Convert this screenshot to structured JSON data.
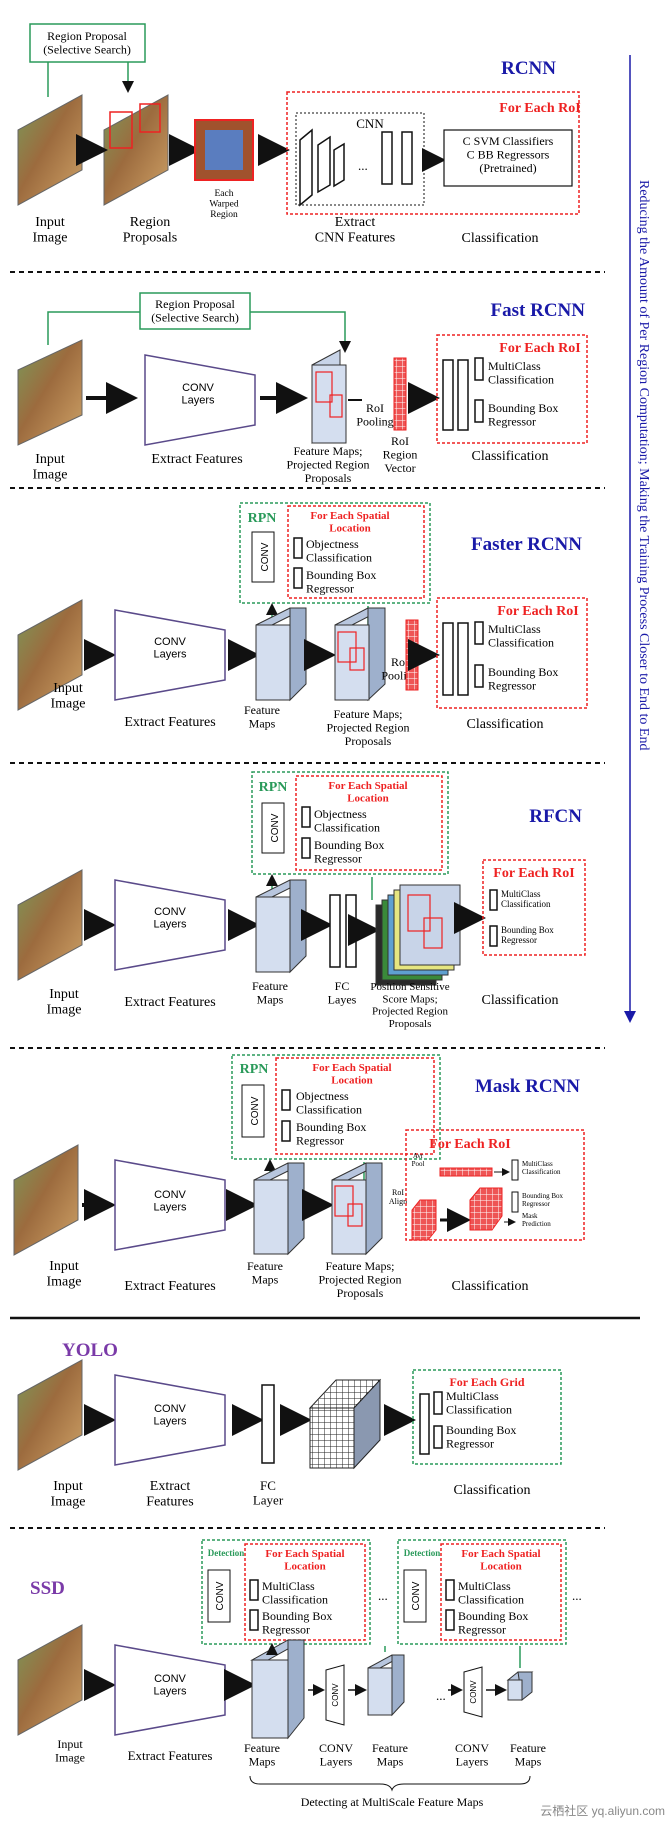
{
  "side_note": "Reducing the Amount of Per Region Computation; Making the Training Process Closer to End to End",
  "common": {
    "input_image": "Input\nImage",
    "region_proposals": "Region\nProposals",
    "extract_features": "Extract Features",
    "conv_layers": "CONV\nLayers",
    "conv": "CONV",
    "classification": "Classification",
    "feature_maps": "Feature\nMaps",
    "feature_maps_projected": "Feature Maps;\nProjected Region\nProposals",
    "rpn": "RPN",
    "for_each_roi": "For Each RoI",
    "for_each_spatial_location": "For Each Spatial\nLocation",
    "objectness": "Objectness\nClassification",
    "bbox_regressor": "Bounding Box\nRegressor",
    "multiclass": "MultiClass\nClassification",
    "roi_pooling": "RoI\nPooling"
  },
  "rcnn": {
    "title": "RCNN",
    "region_proposal": "Region Proposal\n(Selective Search)",
    "each_warped_region": "Each\nWarped\nRegion",
    "cnn": "CNN",
    "dots": "...",
    "svm": "C SVM Classifiers\nC BB Regressors\n(Pretrained)",
    "extract_cnn": "Extract\nCNN Features"
  },
  "fast": {
    "title": "Fast RCNN",
    "region_proposal": "Region Proposal\n(Selective Search)",
    "roi_vector": "RoI\nRegion\nVector"
  },
  "faster": {
    "title": "Faster RCNN"
  },
  "rfcn": {
    "title": "RFCN",
    "fc_layers": "FC\nLayes",
    "psm": "Position Sensitive\nScore Maps;\nProjected Region\nProposals"
  },
  "mask": {
    "title": "Mask RCNN",
    "roi_align": "RoI\nAlign",
    "avg_pool": "Avr\nPool",
    "mask_prediction": "Mask\nPrediction"
  },
  "yolo": {
    "title": "YOLO",
    "extract_features": "Extract\nFeatures",
    "fc_layer": "FC\nLayer",
    "for_each_grid": "For Each Grid"
  },
  "ssd": {
    "title": "SSD",
    "detection": "Detection",
    "ellipsis": "...",
    "multiscale": "Detecting at MultiScale Feature Maps"
  },
  "watermark": "云栖社区 yq.aliyun.com"
}
